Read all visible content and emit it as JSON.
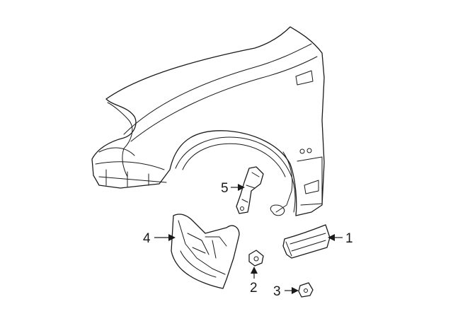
{
  "callouts": [
    {
      "id": "c1",
      "number": "1"
    },
    {
      "id": "c2",
      "number": "2"
    },
    {
      "id": "c3",
      "number": "3"
    },
    {
      "id": "c4",
      "number": "4"
    },
    {
      "id": "c5",
      "number": "5"
    }
  ]
}
